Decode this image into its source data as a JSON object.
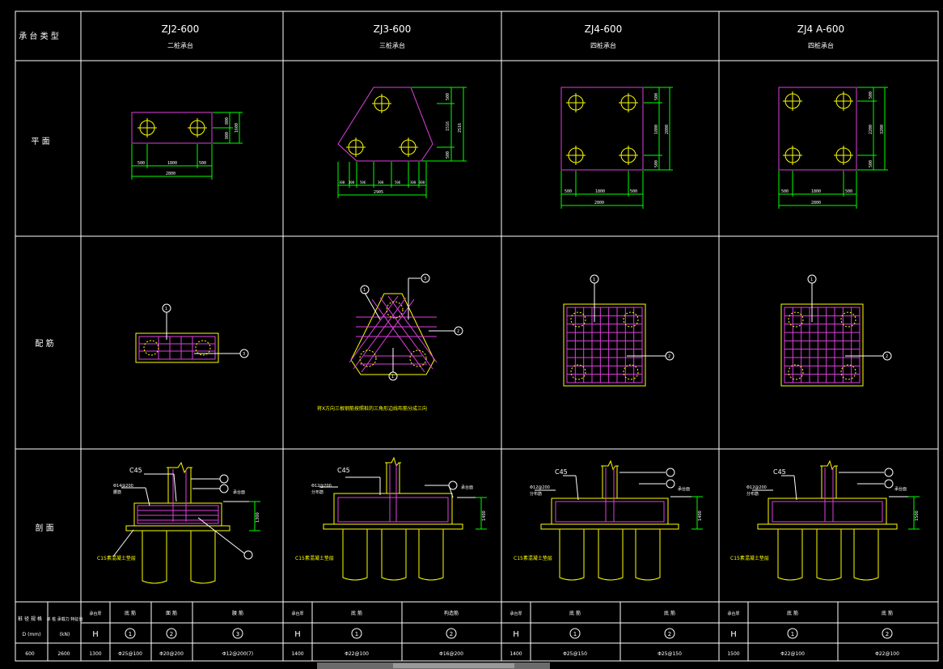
{
  "colors": {
    "grid": "#ffffff",
    "outline": "#e040e0",
    "pile": "#ffff00",
    "dimension": "#00ff00",
    "note": "#ffff00",
    "rebar": "#e040e0"
  },
  "header": {
    "row_label": "承 台 类 型",
    "types": [
      {
        "code": "ZJ2-600",
        "name": "二桩承台"
      },
      {
        "code": "ZJ3-600",
        "name": "三桩承台"
      },
      {
        "code": "ZJ4-600",
        "name": "四桩承台"
      },
      {
        "code": "ZJ4 A-600",
        "name": "四桩承台"
      }
    ]
  },
  "rows": {
    "plan": "平 面",
    "reinforcement": "配 筋",
    "section": "剖 面"
  },
  "plan_dims": {
    "zj2": {
      "w1": "500",
      "w2": "1800",
      "w3": "500",
      "total": "2800",
      "h1": "800",
      "h2": "800",
      "htotal": "1600"
    },
    "zj3": {
      "h1": "500",
      "h2": "1516",
      "h3": "500",
      "htotal": "2516",
      "bottom": [
        "300",
        "300",
        "506",
        "300",
        "506",
        "300",
        "300"
      ],
      "total": "2905"
    },
    "zj4": {
      "w1": "500",
      "w2": "1800",
      "w3": "500",
      "total": "2800",
      "h1": "500",
      "h2": "1800",
      "h3": "500",
      "htotal": "2800"
    },
    "zj4a": {
      "w1": "500",
      "w2": "1800",
      "w3": "500",
      "total": "2800",
      "h1": "500",
      "h2": "2200",
      "h3": "500",
      "htotal": "3200"
    }
  },
  "reinforcement": {
    "markers": [
      "1",
      "2",
      "3"
    ],
    "note": "将X方向三根钢筋按照桩的三角形边线布筋分成三向"
  },
  "section": {
    "concrete": "C45",
    "cushion": "C15素混凝土垫层",
    "zj2_bars": {
      "top": "Φ14@200",
      "side": "腰筋"
    },
    "zj3_bars": {
      "top": "Φ12@200",
      "side": "分布筋"
    },
    "zj4_bars": {
      "top": "Φ12@200",
      "side": "分布筋"
    },
    "zj4a_bars": {
      "top": "Φ12@200",
      "side": "分布筋"
    },
    "ground": "承台面",
    "heights": {
      "zj2": "1300",
      "zj3": "1400",
      "zj4": "1400",
      "zj4a": "1500"
    }
  },
  "table": {
    "left_headers": {
      "col1": "桩 径 规 格",
      "col1_unit": "D (mm)",
      "col2": "单 桩 承载力 特征值",
      "col2_unit": "(kN)"
    },
    "left_values": {
      "col1": "600",
      "col2": "2600"
    },
    "groups": [
      {
        "h_label": "承台厚",
        "h_sym": "H",
        "h_value": "1300",
        "cols": [
          {
            "label": "底 筋",
            "sym": "1",
            "value": "Φ25@100"
          },
          {
            "label": "面 筋",
            "sym": "2",
            "value": "Φ20@200"
          },
          {
            "label": "腰 筋",
            "sym": "3",
            "value": "Φ12@200(7)"
          }
        ]
      },
      {
        "h_label": "承台厚",
        "h_sym": "H",
        "h_value": "1400",
        "cols": [
          {
            "label": "底 筋",
            "sym": "1",
            "value": "Φ22@100"
          },
          {
            "label": "构造筋",
            "sym": "2",
            "value": "Φ16@200"
          }
        ]
      },
      {
        "h_label": "承台厚",
        "h_sym": "H",
        "h_value": "1400",
        "cols": [
          {
            "label": "底 筋",
            "sym": "1",
            "value": "Φ25@150"
          },
          {
            "label": "底 筋",
            "sym": "2",
            "value": "Φ25@150"
          }
        ]
      },
      {
        "h_label": "承台厚",
        "h_sym": "H",
        "h_value": "1500",
        "cols": [
          {
            "label": "底 筋",
            "sym": "1",
            "value": "Φ22@100"
          },
          {
            "label": "底 筋",
            "sym": "2",
            "value": "Φ22@100"
          }
        ]
      }
    ]
  }
}
